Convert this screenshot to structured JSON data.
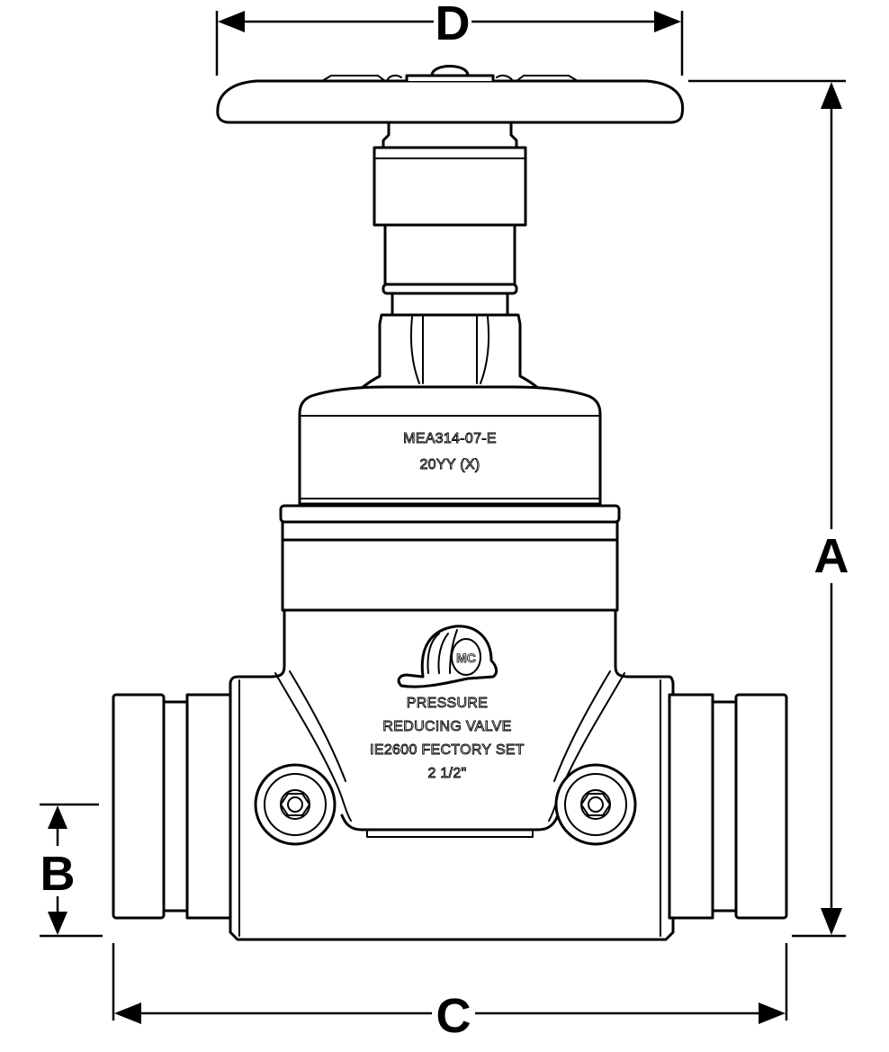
{
  "dimensions": {
    "a_label": "A",
    "b_label": "B",
    "c_label": "C",
    "d_label": "D"
  },
  "bonnet_marking": {
    "line1": "MEA314-07-E",
    "line2": "20YY (X)"
  },
  "body_marking": {
    "line1": "PRESSURE",
    "line2": "REDUCING VALVE",
    "line3": "IE2600 FECTORY SET",
    "line4": "2 1/2\""
  },
  "logo": {
    "monogram": "MC"
  }
}
